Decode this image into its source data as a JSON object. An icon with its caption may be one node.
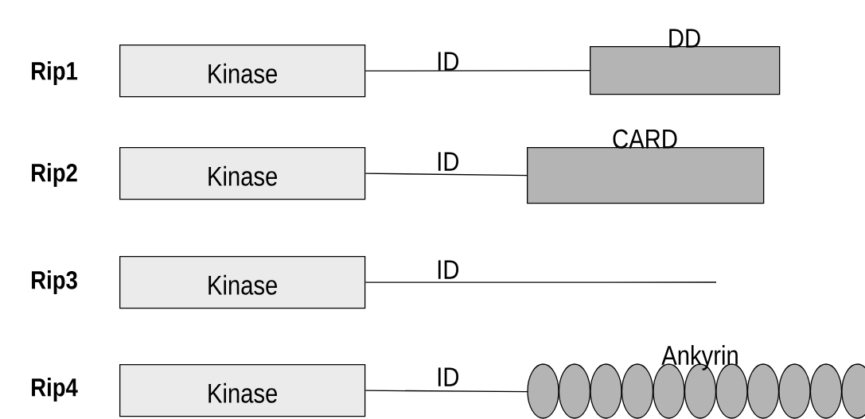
{
  "diagram": {
    "nodes": [
      {
        "text": [
          "Kinase"
        ]
      },
      {
        "text": [
          "DD"
        ]
      },
      {
        "text": [
          "Kinase"
        ]
      },
      {
        "text": [
          "CARD"
        ]
      },
      {
        "text": [
          "Kinase"
        ]
      },
      {
        "text": [
          "Kinase"
        ]
      },
      {
        "text": [
          "Ankyrin"
        ]
      }
    ],
    "edges": [
      {
        "from": 0,
        "to": 1,
        "arrow": "none",
        "label": "ID"
      },
      {
        "from": 2,
        "to": 3,
        "arrow": "none",
        "label": "ID"
      },
      {
        "from": 4,
        "to": null,
        "arrow": "none",
        "label": "ID"
      },
      {
        "from": 5,
        "to": 6,
        "arrow": "none",
        "label": "ID"
      }
    ],
    "labels": [
      "Rip1",
      "Rip2",
      "Rip3",
      "Rip4"
    ]
  }
}
